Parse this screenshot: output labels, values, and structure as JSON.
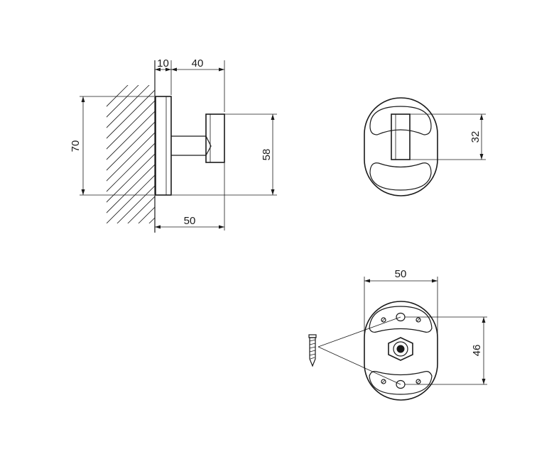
{
  "dimensions": {
    "base_thickness": "10",
    "hook_projection": "40",
    "base_height": "70",
    "hook_height": "58",
    "total_depth": "50",
    "front_hook_height": "32",
    "plate_width": "50",
    "screw_spacing": "46"
  }
}
